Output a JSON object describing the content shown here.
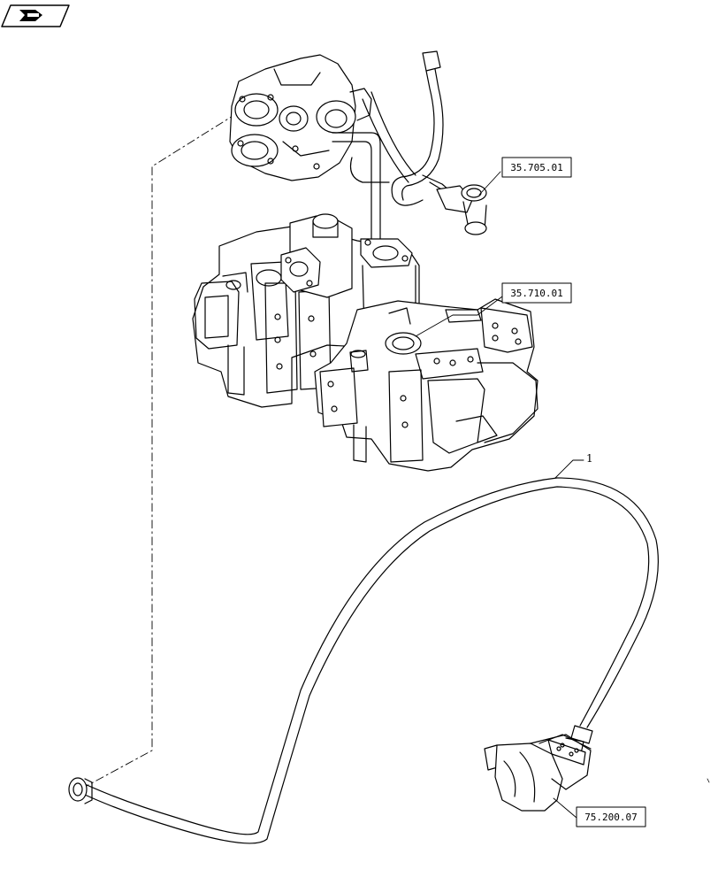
{
  "nav_icon": {
    "name": "next-page-arrow-icon"
  },
  "callouts": [
    {
      "id": "ref-35-705-01",
      "label": "35.705.01"
    },
    {
      "id": "ref-35-710-01",
      "label": "35.710.01"
    },
    {
      "id": "ref-75-200-07",
      "label": "75.200.07"
    }
  ],
  "items": [
    {
      "id": "item-1",
      "label": "1"
    }
  ],
  "colors": {
    "line": "#000000",
    "background": "#ffffff"
  }
}
